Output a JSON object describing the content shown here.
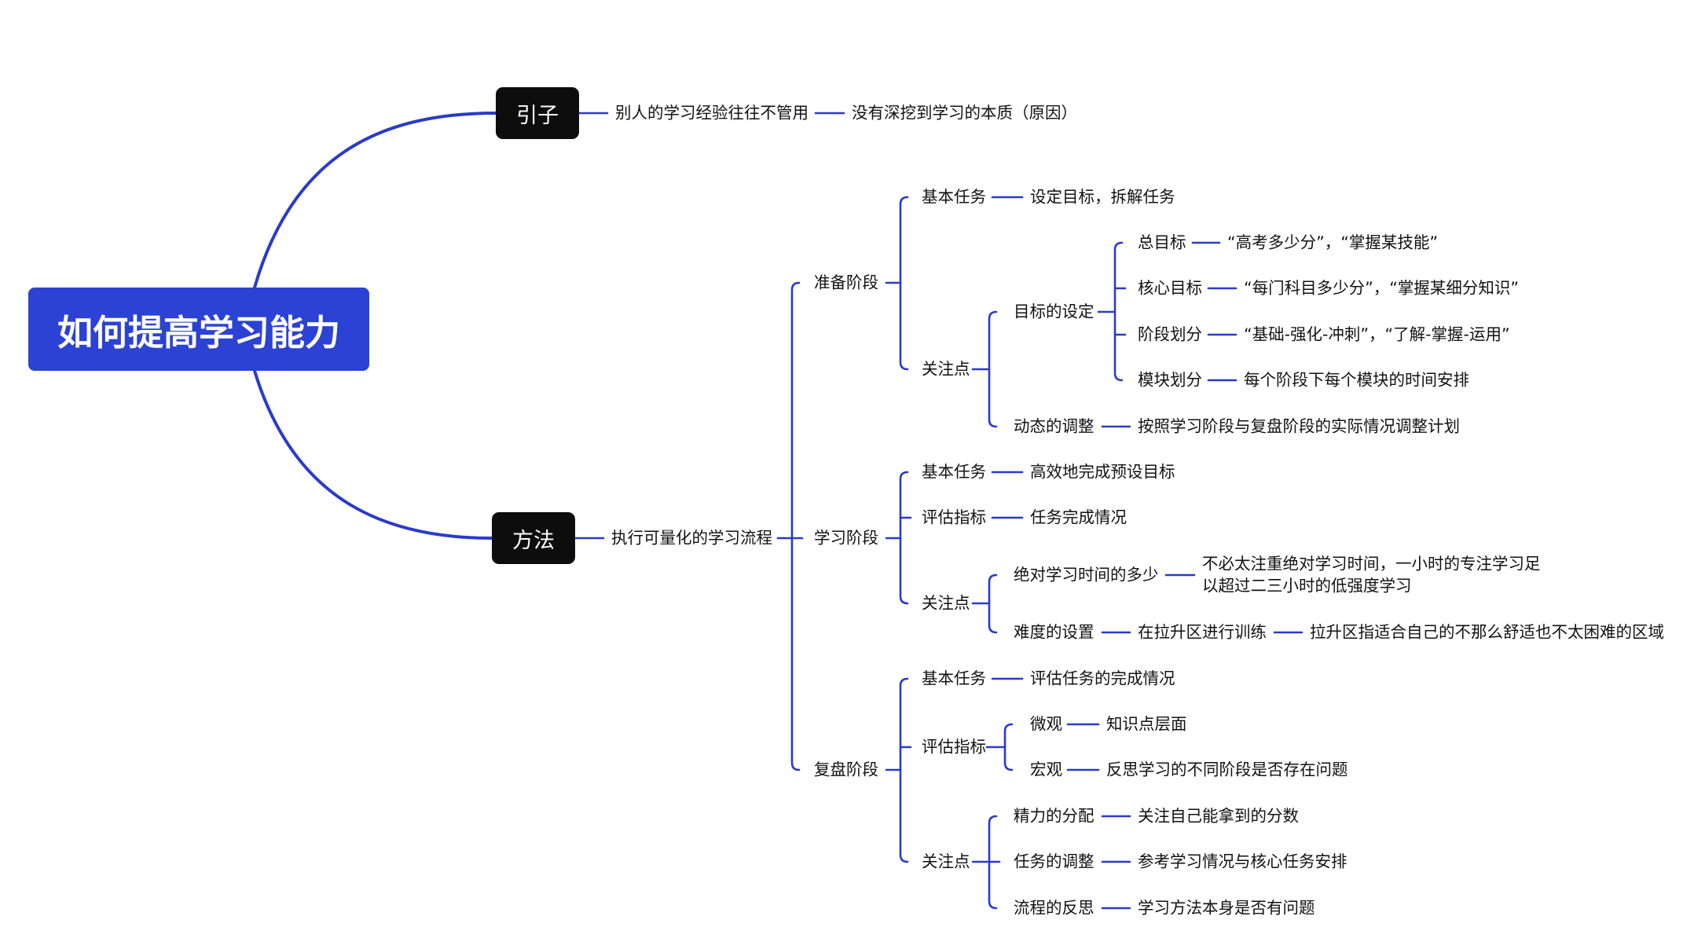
{
  "colors": {
    "root_fill": "#2b42d4",
    "main_fill": "#0d0d0d",
    "line": "#2a3bc8",
    "text": "#111111"
  },
  "root": {
    "label": "如何提高学习能力"
  },
  "intro": {
    "label": "引子",
    "chain": [
      "别人的学习经验往往不管用",
      "没有深挖到学习的本质（原因）"
    ]
  },
  "method": {
    "label": "方法",
    "process": "执行可量化的学习流程",
    "prep": {
      "label": "准备阶段",
      "task": {
        "label": "基本任务",
        "value": "设定目标，拆解任务"
      },
      "focus": {
        "label": "关注点",
        "goal": {
          "label": "目标的设定",
          "items": [
            {
              "label": "总目标",
              "value": "“高考多少分”，“掌握某技能”"
            },
            {
              "label": "核心目标",
              "value": "“每门科目多少分”，“掌握某细分知识”"
            },
            {
              "label": "阶段划分",
              "value": "“基础-强化-冲刺”，“了解-掌握-运用”"
            },
            {
              "label": "模块划分",
              "value": "每个阶段下每个模块的时间安排"
            }
          ]
        },
        "adjust": {
          "label": "动态的调整",
          "value": "按照学习阶段与复盘阶段的实际情况调整计划"
        }
      }
    },
    "study": {
      "label": "学习阶段",
      "task": {
        "label": "基本任务",
        "value": "高效地完成预设目标"
      },
      "metric": {
        "label": "评估指标",
        "value": "任务完成情况"
      },
      "focus": {
        "label": "关注点",
        "time": {
          "label": "绝对学习时间的多少",
          "value_line1": "不必太注重绝对学习时间，一小时的专注学习足",
          "value_line2": "以超过二三小时的低强度学习"
        },
        "difficulty": {
          "label": "难度的设置",
          "value": "在拉升区进行训练",
          "note": "拉升区指适合自己的不那么舒适也不太困难的区域"
        }
      }
    },
    "review": {
      "label": "复盘阶段",
      "task": {
        "label": "基本任务",
        "value": "评估任务的完成情况"
      },
      "metric": {
        "label": "评估指标",
        "micro": {
          "label": "微观",
          "value": "知识点层面"
        },
        "macro": {
          "label": "宏观",
          "value": "反思学习的不同阶段是否存在问题"
        }
      },
      "focus": {
        "label": "关注点",
        "items": [
          {
            "label": "精力的分配",
            "value": "关注自己能拿到的分数"
          },
          {
            "label": "任务的调整",
            "value": "参考学习情况与核心任务安排"
          },
          {
            "label": "流程的反思",
            "value": "学习方法本身是否有问题"
          }
        ]
      }
    }
  }
}
